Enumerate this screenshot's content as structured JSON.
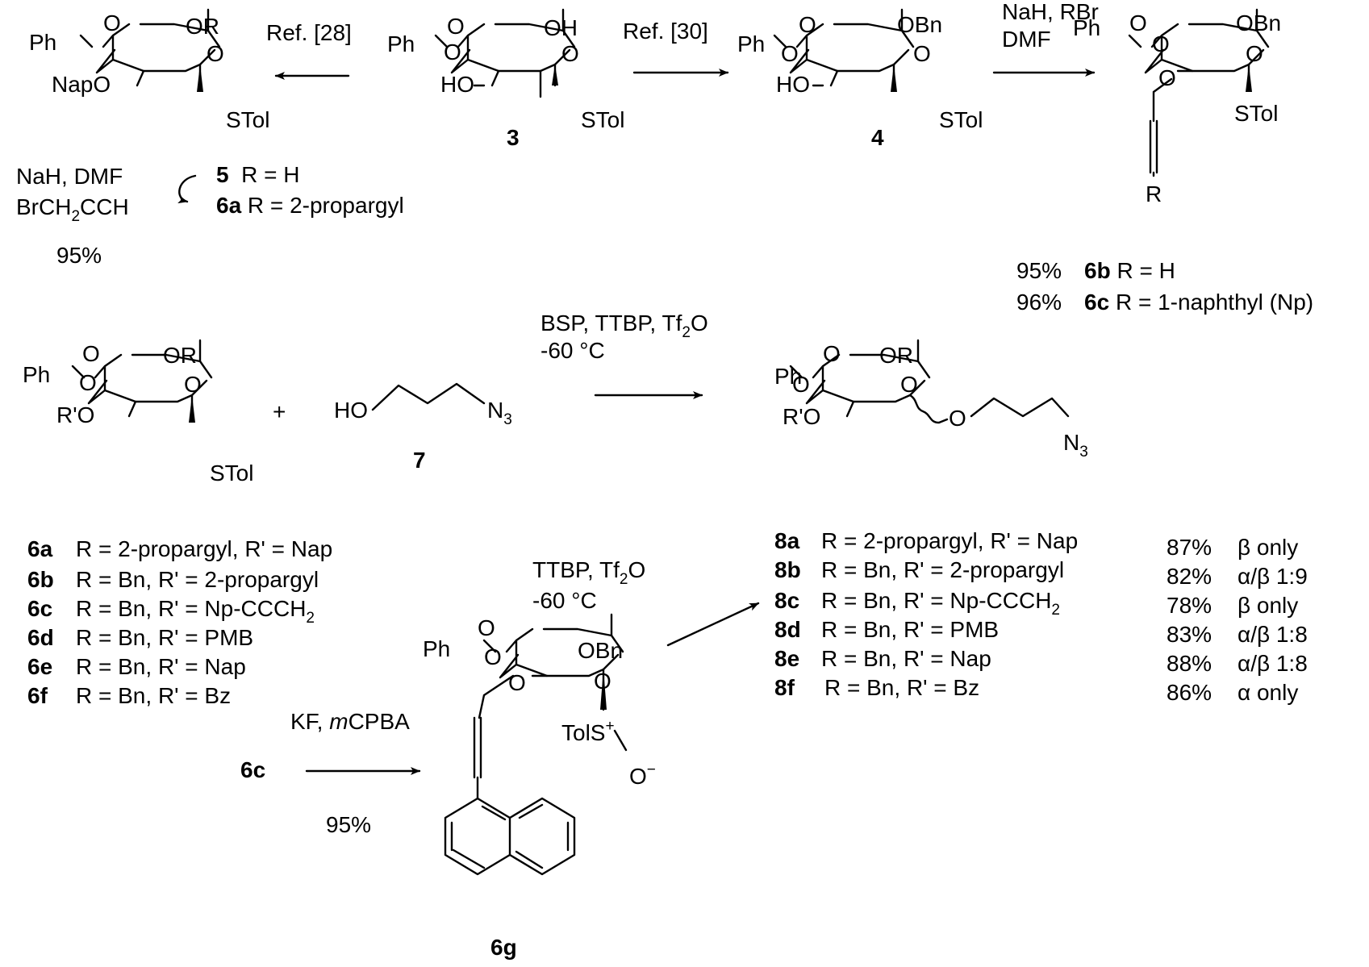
{
  "structure_labels": {
    "ph": "Ph",
    "o": "O",
    "or": "OR",
    "obn": "OBn",
    "oh": "OH",
    "ho": "HO",
    "napo": "NapO",
    "rprime_o": "R'O",
    "stol": "STol",
    "r": "R",
    "tols": "TolS",
    "plus_charge": "+",
    "o_minus": "O",
    "minus_charge": "−",
    "n3_n": "N",
    "n3_sub": "3",
    "plus_sign": "+"
  },
  "compounds": {
    "c3": "3",
    "c4": "4",
    "c7": "7",
    "c6g": "6g",
    "c6c_start": "6c"
  },
  "reagents": {
    "ref28": "Ref. [28]",
    "ref30": "Ref. [30]",
    "alkylation_line1": "NaH, RBr",
    "alkylation_line2": "DMF",
    "propargylation_line1": "NaH, DMF",
    "propargylation_line2_a": "BrCH",
    "propargylation_line2_sub": "2",
    "propargylation_line2_b": "CCH",
    "propargylation_yield": "95%",
    "glycosylation_line1_a": "BSP, TTBP, Tf",
    "glycosylation_line1_sub": "2",
    "glycosylation_line1_b": "O",
    "glycosylation_line2": "-60 °C",
    "sulfoxide_line1_a": "TTBP, Tf",
    "sulfoxide_line1_sub": "2",
    "sulfoxide_line1_b": "O",
    "sulfoxide_line2": "-60 °C",
    "oxidation_a": "KF, ",
    "oxidation_italic": "m",
    "oxidation_b": "CPBA",
    "oxidation_yield": "95%"
  },
  "definitions_5_6a": [
    {
      "id": "5",
      "text": "  R = H"
    },
    {
      "id": "6a",
      "text": " R = 2-propargyl"
    }
  ],
  "definitions_6b_6c": [
    {
      "yield": "95%",
      "id": "6b",
      "text": " R = H"
    },
    {
      "yield": "96%",
      "id": "6c",
      "text": " R = 1-naphthyl (Np)"
    }
  ],
  "donor_table": [
    {
      "id": "6a",
      "text": "R = 2-propargyl, R' = Nap",
      "sub": "",
      "tail": ""
    },
    {
      "id": "6b",
      "text": "R = Bn, R' = 2-propargyl",
      "sub": "",
      "tail": ""
    },
    {
      "id": "6c",
      "text": "R = Bn, R' = Np-CCCH",
      "sub": "2",
      "tail": ""
    },
    {
      "id": "6d",
      "text": "R = Bn, R' = PMB",
      "sub": "",
      "tail": ""
    },
    {
      "id": "6e",
      "text": "R = Bn, R' = Nap",
      "sub": "",
      "tail": ""
    },
    {
      "id": "6f",
      "text": "R = Bn, R' = Bz",
      "sub": "",
      "tail": ""
    }
  ],
  "product_table": [
    {
      "id": "8a",
      "text": "R = 2-propargyl, R' = Nap",
      "sub": "",
      "yield": "87%",
      "selectivity": "β only"
    },
    {
      "id": "8b",
      "text": "R = Bn, R' = 2-propargyl",
      "sub": "",
      "yield": "82%",
      "selectivity": "α/β 1:9"
    },
    {
      "id": "8c",
      "text": "R = Bn, R' = Np-CCCH",
      "sub": "2",
      "yield": "78%",
      "selectivity": "β only"
    },
    {
      "id": "8d",
      "text": "R = Bn, R' = PMB",
      "sub": "",
      "yield": "83%",
      "selectivity": "α/β 1:8"
    },
    {
      "id": "8e",
      "text": "R = Bn, R' = Nap",
      "sub": "",
      "yield": "88%",
      "selectivity": "α/β 1:8"
    },
    {
      "id": "8f",
      "text": "R = Bn, R' = Bz",
      "sub": "",
      "yield": "86%",
      "selectivity": "α only"
    }
  ]
}
